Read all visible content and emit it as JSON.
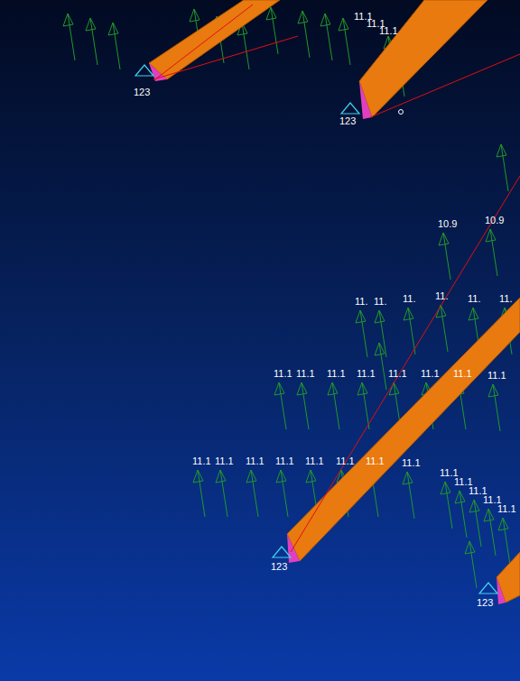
{
  "diagram": {
    "labels": [
      "11.1",
      "11.1",
      "11.1",
      "123",
      "123",
      "123",
      "123",
      "10.9",
      "10.9",
      "11.",
      "11.",
      "11.",
      "11.",
      "11.",
      "11.",
      "11.1",
      "11.1",
      "11.1",
      "11.1",
      "11.1",
      "11.1",
      "11.1",
      "11.1",
      "11.1",
      "11.1",
      "11.1",
      "11.1",
      "11.1",
      "11.1",
      "11.1",
      "11.1",
      "11.1",
      "11.1",
      "11.1",
      "11.1",
      "11.1"
    ]
  }
}
